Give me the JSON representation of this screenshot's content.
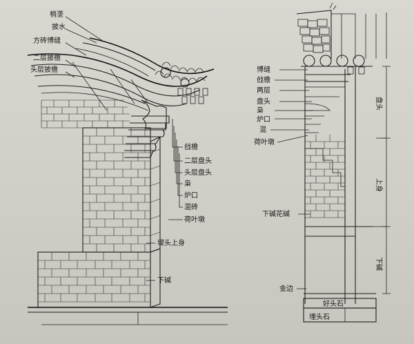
{
  "left_figure": {
    "labels": {
      "shao_lv": "梢垄",
      "pi_shui": "披水",
      "fang_zhuan_bo_feng": "方砖博缝",
      "er_ceng_pi_yan": "二层披檐",
      "tou_ceng_pi_yan": "头层披檐",
      "chang_yan": "戗檐",
      "er_ceng_pan_tou": "二层盘头",
      "tou_ceng_pan_tou": "头层盘头",
      "xiao": "枭",
      "lu_kou": "炉口",
      "hun_zhuan": "混砖",
      "he_ye_dun": "荷叶墩",
      "qian_tou_shang_shen": "墀头上身",
      "xia_jian": "下碱"
    }
  },
  "right_figure": {
    "labels": {
      "bo_feng": "博缝",
      "chang_yan": "戗檐",
      "liang_ceng": "两层",
      "pan_tou": "盘头",
      "xiao": "枭",
      "lu_kou": "炉口",
      "hun": "混",
      "he_ye_dun": "荷叶墩",
      "xia_jian_hua_jian": "下碱花碱",
      "jin_bian": "金边",
      "hao_tou_shi": "好头石",
      "mai_tou_shi": "埋头石"
    },
    "dimension_labels": {
      "pan_tou": "盘头",
      "shang_shen": "上身",
      "xia_jian": "下碱"
    }
  }
}
